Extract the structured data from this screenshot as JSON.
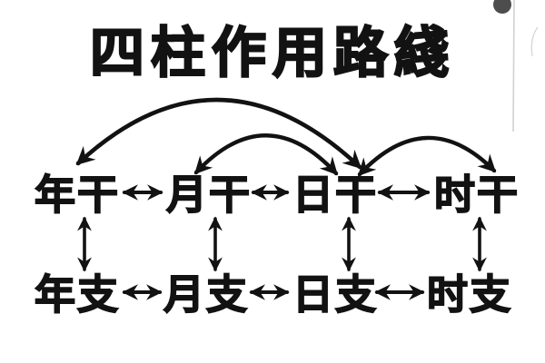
{
  "title": "四柱作用路綫",
  "colors": {
    "ink": "#121212",
    "background": "#ffffff"
  },
  "columns": [
    {
      "id": "year",
      "stem": "年干",
      "branch": "年支"
    },
    {
      "id": "month",
      "stem": "月干",
      "branch": "月支"
    },
    {
      "id": "day",
      "stem": "日干",
      "branch": "日支"
    },
    {
      "id": "hour",
      "stem": "时干",
      "branch": "时支"
    }
  ],
  "connections": [
    {
      "from": "年干",
      "to": "月干",
      "type": "horizontal-double-arrow"
    },
    {
      "from": "月干",
      "to": "日干",
      "type": "horizontal-double-arrow"
    },
    {
      "from": "日干",
      "to": "时干",
      "type": "horizontal-double-arrow"
    },
    {
      "from": "年支",
      "to": "月支",
      "type": "horizontal-double-arrow"
    },
    {
      "from": "月支",
      "to": "日支",
      "type": "horizontal-double-arrow"
    },
    {
      "from": "日支",
      "to": "时支",
      "type": "horizontal-double-arrow"
    },
    {
      "from": "年干",
      "to": "年支",
      "type": "vertical-double-arrow"
    },
    {
      "from": "月干",
      "to": "月支",
      "type": "vertical-double-arrow"
    },
    {
      "from": "日干",
      "to": "日支",
      "type": "vertical-double-arrow"
    },
    {
      "from": "时干",
      "to": "时支",
      "type": "vertical-double-arrow"
    },
    {
      "from": "年干",
      "to": "日干",
      "type": "arc-double-arrow"
    },
    {
      "from": "月干",
      "to": "日干",
      "type": "arc-double-arrow"
    },
    {
      "from": "日干",
      "to": "时干",
      "type": "arc-double-arrow"
    }
  ]
}
